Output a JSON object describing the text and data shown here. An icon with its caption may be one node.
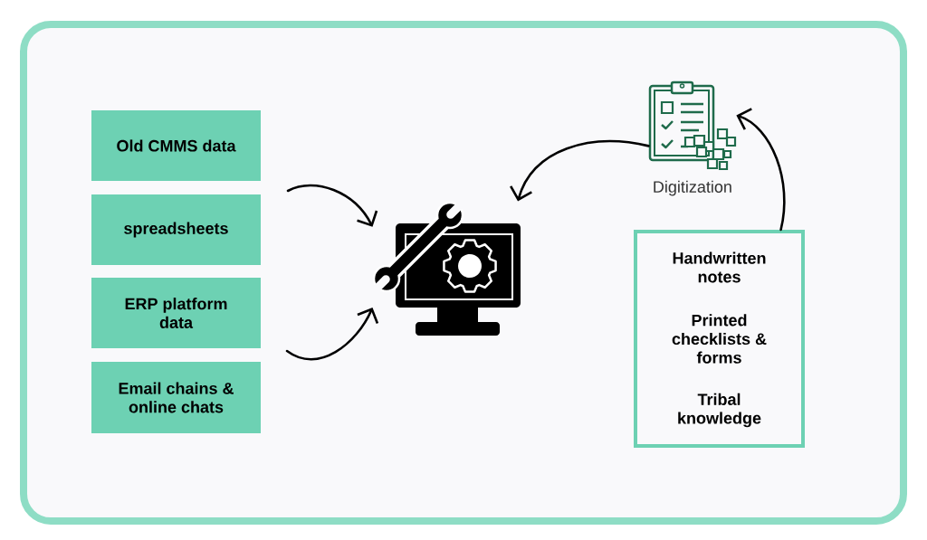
{
  "diagram": {
    "nodes": [
      {
        "text": [
          "Old CMMS data"
        ]
      },
      {
        "text": [
          "spreadsheets"
        ]
      },
      {
        "text": [
          "ERP platform data"
        ]
      },
      {
        "text": [
          "Email chains & online chats"
        ]
      },
      {
        "text": [],
        "shape": "picture"
      },
      {
        "text": [],
        "shape": "picture",
        "beside": [
          "Digitization"
        ]
      },
      {
        "text": [
          "Handwritten notes",
          "Printed checklists & forms",
          "Tribal knowledge"
        ]
      }
    ],
    "edges": [
      {
        "from": null,
        "to": 4,
        "arrow": "to"
      },
      {
        "from": null,
        "to": 4,
        "arrow": "to"
      },
      {
        "from": 5,
        "to": 4,
        "arrow": "to"
      },
      {
        "from": 6,
        "to": 5,
        "arrow": "to"
      }
    ]
  }
}
